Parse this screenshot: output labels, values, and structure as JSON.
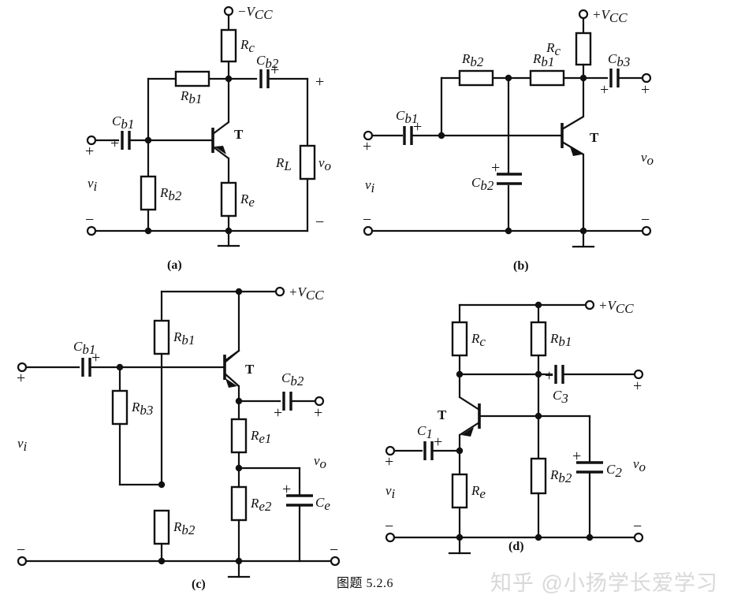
{
  "figure": {
    "caption": "图题 5.2.6",
    "watermark": "知乎 @小扬学长爱学习",
    "type": "circuit-diagram",
    "subfigure_count": 4
  },
  "circuits": {
    "a": {
      "label": "(a)",
      "supply": "−V",
      "supply_sub": "CC",
      "transistor": {
        "label": "T",
        "type": "PNP"
      },
      "components": [
        {
          "name": "Rc",
          "base": "R",
          "sub": "c",
          "kind": "resistor"
        },
        {
          "name": "Rb1",
          "base": "R",
          "sub": "b1",
          "kind": "resistor"
        },
        {
          "name": "Rb2",
          "base": "R",
          "sub": "b2",
          "kind": "resistor"
        },
        {
          "name": "Re",
          "base": "R",
          "sub": "e",
          "kind": "resistor"
        },
        {
          "name": "RL",
          "base": "R",
          "sub": "L",
          "kind": "resistor"
        },
        {
          "name": "Cb1",
          "base": "C",
          "sub": "b1",
          "kind": "capacitor-polarized"
        },
        {
          "name": "Cb2",
          "base": "C",
          "sub": "b2",
          "kind": "capacitor-polarized"
        }
      ],
      "ports": {
        "input": {
          "base": "v",
          "sub": "i",
          "plus": "+",
          "minus": "−"
        },
        "output": {
          "base": "v",
          "sub": "o",
          "plus": "+",
          "minus": "−"
        }
      }
    },
    "b": {
      "label": "(b)",
      "supply": "+V",
      "supply_sub": "CC",
      "transistor": {
        "label": "T",
        "type": "NPN"
      },
      "components": [
        {
          "name": "Rc",
          "base": "R",
          "sub": "c",
          "kind": "resistor"
        },
        {
          "name": "Rb1",
          "base": "R",
          "sub": "b1",
          "kind": "resistor"
        },
        {
          "name": "Rb2",
          "base": "R",
          "sub": "b2",
          "kind": "resistor"
        },
        {
          "name": "Cb1",
          "base": "C",
          "sub": "b1",
          "kind": "capacitor-polarized"
        },
        {
          "name": "Cb2",
          "base": "C",
          "sub": "b2",
          "kind": "capacitor-polarized"
        },
        {
          "name": "Cb3",
          "base": "C",
          "sub": "b3",
          "kind": "capacitor-polarized"
        }
      ],
      "ports": {
        "input": {
          "base": "v",
          "sub": "i",
          "plus": "+",
          "minus": "−"
        },
        "output": {
          "base": "v",
          "sub": "o",
          "plus": "+",
          "minus": "−"
        }
      }
    },
    "c": {
      "label": "(c)",
      "supply": "+V",
      "supply_sub": "CC",
      "transistor": {
        "label": "T",
        "type": "NPN"
      },
      "components": [
        {
          "name": "Rb1",
          "base": "R",
          "sub": "b1",
          "kind": "resistor"
        },
        {
          "name": "Rb2",
          "base": "R",
          "sub": "b2",
          "kind": "resistor"
        },
        {
          "name": "Rb3",
          "base": "R",
          "sub": "b3",
          "kind": "resistor"
        },
        {
          "name": "Re1",
          "base": "R",
          "sub": "e1",
          "kind": "resistor"
        },
        {
          "name": "Re2",
          "base": "R",
          "sub": "e2",
          "kind": "resistor"
        },
        {
          "name": "Cb1",
          "base": "C",
          "sub": "b1",
          "kind": "capacitor-polarized"
        },
        {
          "name": "Cb2",
          "base": "C",
          "sub": "b2",
          "kind": "capacitor-polarized"
        },
        {
          "name": "Ce",
          "base": "C",
          "sub": "e",
          "kind": "capacitor-polarized"
        }
      ],
      "ports": {
        "input": {
          "base": "v",
          "sub": "i",
          "plus": "+",
          "minus": "−"
        },
        "output": {
          "base": "v",
          "sub": "o",
          "plus": "+",
          "minus": "−"
        }
      }
    },
    "d": {
      "label": "(d)",
      "supply": "+V",
      "supply_sub": "CC",
      "transistor": {
        "label": "T",
        "type": "NPN"
      },
      "components": [
        {
          "name": "Rc",
          "base": "R",
          "sub": "c",
          "kind": "resistor"
        },
        {
          "name": "Rb1",
          "base": "R",
          "sub": "b1",
          "kind": "resistor"
        },
        {
          "name": "Rb2",
          "base": "R",
          "sub": "b2",
          "kind": "resistor"
        },
        {
          "name": "Re",
          "base": "R",
          "sub": "e",
          "kind": "resistor"
        },
        {
          "name": "C1",
          "base": "C",
          "sub": "1",
          "kind": "capacitor-polarized"
        },
        {
          "name": "C2",
          "base": "C",
          "sub": "2",
          "kind": "capacitor-polarized"
        },
        {
          "name": "C3",
          "base": "C",
          "sub": "3",
          "kind": "capacitor-polarized"
        }
      ],
      "ports": {
        "input": {
          "base": "v",
          "sub": "i",
          "plus": "+",
          "minus": "−"
        },
        "output": {
          "base": "v",
          "sub": "o",
          "plus": "+",
          "minus": "−"
        }
      }
    }
  }
}
